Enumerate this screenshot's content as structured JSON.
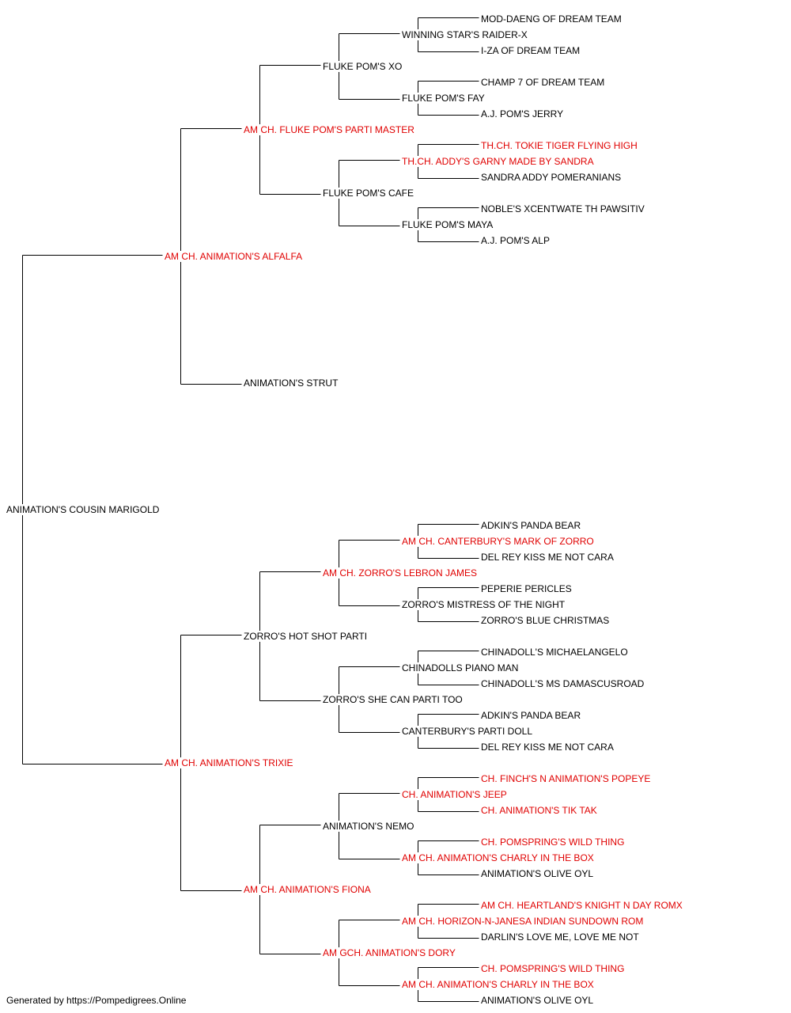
{
  "pedigree": {
    "subject": {
      "name": "ANIMATION'S COUSIN MARIGOLD",
      "champion": false
    },
    "sire": {
      "name": "AM CH. ANIMATION'S ALFALFA",
      "champion": true
    },
    "dam": {
      "name": "AM CH. ANIMATION'S TRIXIE",
      "champion": true
    },
    "sire_sire": {
      "name": "AM CH. FLUKE POM'S PARTI MASTER",
      "champion": true
    },
    "sire_dam": {
      "name": "ANIMATION'S STRUT",
      "champion": false
    },
    "dam_sire": {
      "name": "ZORRO'S HOT SHOT PARTI",
      "champion": false
    },
    "dam_dam": {
      "name": "AM CH. ANIMATION'S FIONA",
      "champion": true
    },
    "sire_sire_sire": {
      "name": "FLUKE POM'S XO",
      "champion": false
    },
    "sire_sire_dam": {
      "name": "FLUKE POM'S CAFE",
      "champion": false
    },
    "dam_sire_sire": {
      "name": "AM CH. ZORRO'S LEBRON JAMES",
      "champion": true
    },
    "dam_sire_dam": {
      "name": "ZORRO'S SHE CAN PARTI TOO",
      "champion": false
    },
    "dam_dam_sire": {
      "name": "ANIMATION'S NEMO",
      "champion": false
    },
    "dam_dam_dam": {
      "name": "AM GCH. ANIMATION'S DORY",
      "champion": true
    },
    "g4": [
      {
        "name": "WINNING STAR'S RAIDER-X",
        "champion": false
      },
      {
        "name": "FLUKE POM'S FAY",
        "champion": false
      },
      {
        "name": "TH.CH. ADDY'S GARNY MADE BY SANDRA",
        "champion": true
      },
      {
        "name": "FLUKE POM'S MAYA",
        "champion": false
      },
      {
        "name": "AM CH. CANTERBURY'S MARK OF ZORRO",
        "champion": true
      },
      {
        "name": "ZORRO'S MISTRESS OF THE NIGHT",
        "champion": false
      },
      {
        "name": "CHINADOLLS PIANO MAN",
        "champion": false
      },
      {
        "name": "CANTERBURY'S PARTI DOLL",
        "champion": false
      },
      {
        "name": "CH. ANIMATION'S JEEP",
        "champion": true
      },
      {
        "name": "AM CH. ANIMATION'S CHARLY IN THE BOX",
        "champion": true
      },
      {
        "name": "AM CH. HORIZON-N-JANESA INDIAN SUNDOWN ROM",
        "champion": true
      },
      {
        "name": "AM CH. ANIMATION'S CHARLY IN THE BOX",
        "champion": true
      }
    ],
    "g5": [
      {
        "name": "MOD-DAENG OF DREAM TEAM",
        "champion": false
      },
      {
        "name": "I-ZA OF DREAM TEAM",
        "champion": false
      },
      {
        "name": "CHAMP 7 OF DREAM TEAM",
        "champion": false
      },
      {
        "name": "A.J. POM'S JERRY",
        "champion": false
      },
      {
        "name": "TH.CH. TOKIE TIGER FLYING HIGH",
        "champion": true
      },
      {
        "name": "SANDRA ADDY POMERANIANS",
        "champion": false
      },
      {
        "name": "NOBLE'S XCENTWATE TH PAWSITIV",
        "champion": false
      },
      {
        "name": "A.J. POM'S ALP",
        "champion": false
      },
      {
        "name": "ADKIN'S PANDA BEAR",
        "champion": false
      },
      {
        "name": "DEL REY KISS ME NOT CARA",
        "champion": false
      },
      {
        "name": "PEPERIE PERICLES",
        "champion": false
      },
      {
        "name": "ZORRO'S BLUE CHRISTMAS",
        "champion": false
      },
      {
        "name": "CHINADOLL'S MICHAELANGELO",
        "champion": false
      },
      {
        "name": "CHINADOLL'S MS DAMASCUSROAD",
        "champion": false
      },
      {
        "name": "ADKIN'S PANDA BEAR",
        "champion": false
      },
      {
        "name": "DEL REY KISS ME NOT CARA",
        "champion": false
      },
      {
        "name": "CH. FINCH'S N ANIMATION'S POPEYE",
        "champion": true
      },
      {
        "name": "CH. ANIMATION'S TIK TAK",
        "champion": true
      },
      {
        "name": "CH. POMSPRING'S WILD THING",
        "champion": true
      },
      {
        "name": "ANIMATION'S OLIVE OYL",
        "champion": false
      },
      {
        "name": "AM CH. HEARTLAND'S KNIGHT N DAY ROMX",
        "champion": true
      },
      {
        "name": "DARLIN'S LOVE ME, LOVE ME NOT",
        "champion": false
      },
      {
        "name": "CH. POMSPRING'S WILD THING",
        "champion": true
      },
      {
        "name": "ANIMATION'S OLIVE OYL",
        "champion": false
      }
    ]
  },
  "colors": {
    "champion": "#e00000",
    "regular": "#000000",
    "line": "#000000"
  },
  "footer": "Generated by https://Pompedigrees.Online"
}
